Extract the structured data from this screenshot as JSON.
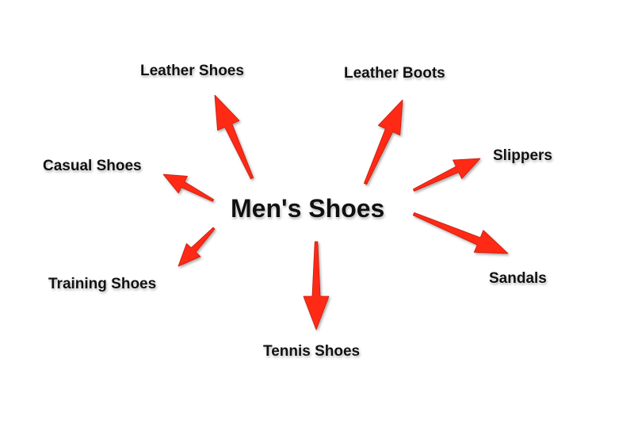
{
  "center": {
    "label": "Men's Shoes"
  },
  "branches": [
    {
      "id": "leather-shoes",
      "label": "Leather Shoes"
    },
    {
      "id": "leather-boots",
      "label": "Leather Boots"
    },
    {
      "id": "casual-shoes",
      "label": "Casual Shoes"
    },
    {
      "id": "slippers",
      "label": "Slippers"
    },
    {
      "id": "training-shoes",
      "label": "Training Shoes"
    },
    {
      "id": "sandals",
      "label": "Sandals"
    },
    {
      "id": "tennis-shoes",
      "label": "Tennis Shoes"
    }
  ],
  "colors": {
    "arrow": "#ff2a12",
    "arrow_edge": "#c41a08",
    "text": "#111111",
    "background": "#ffffff"
  }
}
